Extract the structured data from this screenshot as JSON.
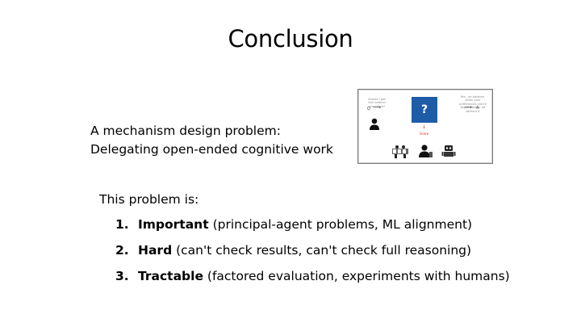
{
  "slide": {
    "title": "Conclusion"
  },
  "problem": {
    "line1": "A mechanism design problem:",
    "line2": "Delegating open-ended cognitive work"
  },
  "figure": {
    "note_left": "Should I get the medical procedure?",
    "note_right": "Yes - on balance, given your preferences you're slightly better off without it",
    "question_label": "Q",
    "answer_label": "A",
    "box_label": "?",
    "score_label": "Score",
    "icons": [
      "person-icon",
      "people-group-icon",
      "person-icon",
      "robot-icon"
    ],
    "colors": {
      "box": "#1f5ca8",
      "score": "#d03030"
    }
  },
  "list": {
    "heading": "This problem is:",
    "items": [
      {
        "num": "1.",
        "keyword": "Important",
        "detail": "(principal-agent problems, ML alignment)"
      },
      {
        "num": "2.",
        "keyword": "Hard",
        "detail": "(can't check results, can't check full reasoning)"
      },
      {
        "num": "3.",
        "keyword": "Tractable",
        "detail": "(factored evaluation, experiments with humans)"
      }
    ]
  }
}
